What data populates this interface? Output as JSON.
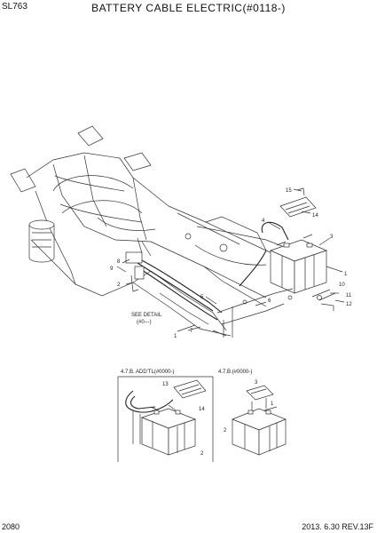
{
  "header": {
    "model": "SL763",
    "title": "BATTERY CABLE ELECTRIC(#0118-)"
  },
  "footer": {
    "page": "2080",
    "revision": "2013. 6.30  REV.13F"
  },
  "callouts": {
    "c15_top": "15",
    "c14_top": "14",
    "c4_top": "4",
    "c3_top": "3",
    "c1_right": "1",
    "c10": "10",
    "c11": "11",
    "c12": "12",
    "c6": "6",
    "c5": "5",
    "c8": "8",
    "c9": "9",
    "c2": "2",
    "c7": "7",
    "c1_bottom": "1",
    "note_left": "SEE DETAIL",
    "note_left_sub": "(#0---)",
    "inset_left_label": "4.7.B. ADD'TL(#0000-)",
    "inset_right_label": "4.7.B.(#0000-)",
    "in_c13": "13",
    "in_c14": "14",
    "in_c2": "2",
    "in_c3": "3",
    "in_c1": "1",
    "in_c2b": "2"
  }
}
